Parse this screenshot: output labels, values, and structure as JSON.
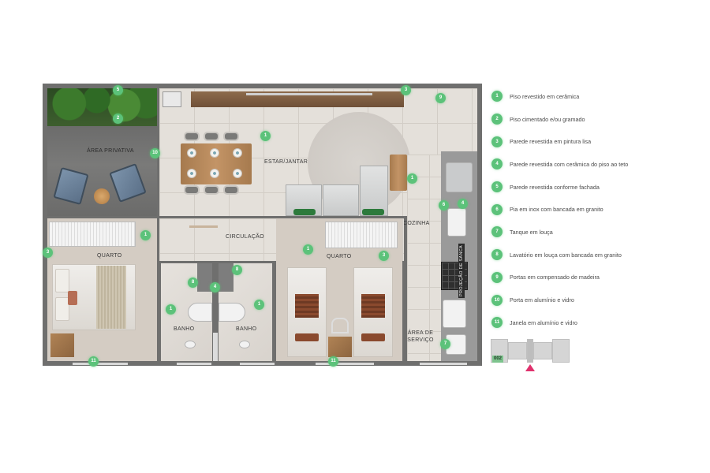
{
  "rooms": {
    "area_privativa": "ÁREA PRIVATIVA",
    "estar_jantar": "ESTAR/JANTAR",
    "circulacao": "CIRCULAÇÃO",
    "cozinha": "COZINHA",
    "quarto_1": "QUARTO",
    "quarto_2": "QUARTO",
    "banho_1": "BANHO",
    "banho_2": "BANHO",
    "area_servico": "ÁREA DE SERVIÇO",
    "projecao_sanca": "PROJEÇÃO DE SANCA"
  },
  "markers": {
    "m5_top": "5",
    "m2_plants": "2",
    "m10_privativa": "10",
    "m1_estar": "1",
    "m3_top": "3",
    "m9_top": "9",
    "m1_kitchen": "1",
    "m6_kitchen": "6",
    "m4_kitchen": "4",
    "m1_circ": "1",
    "m3_quarto1": "3",
    "m8_banho1": "8",
    "m4_banho": "4",
    "m8_banho2": "8",
    "m1_banho1": "1",
    "m1_banho2": "1",
    "m1_quarto2": "1",
    "m3_quarto2": "3",
    "m7_servico": "7",
    "m11_quarto1": "11",
    "m11_quarto2": "11"
  },
  "legend": {
    "items": [
      {
        "num": "1",
        "text": "Piso revestido em cerâmica"
      },
      {
        "num": "2",
        "text": "Piso cimentado e/ou gramado"
      },
      {
        "num": "3",
        "text": "Parede revestida em pintura lisa"
      },
      {
        "num": "4",
        "text": "Parede revestida com cerâmica do piso ao teto"
      },
      {
        "num": "5",
        "text": "Parede revestida conforme fachada"
      },
      {
        "num": "6",
        "text": "Pia em inox com bancada em granito"
      },
      {
        "num": "7",
        "text": "Tanque em louça"
      },
      {
        "num": "8",
        "text": "Lavatório em louça com bancada em granito"
      },
      {
        "num": "9",
        "text": "Portas em compensado de madeira"
      },
      {
        "num": "10",
        "text": "Porta em alumínio e vidro"
      },
      {
        "num": "11",
        "text": "Janela em alumínio e vidro"
      }
    ]
  },
  "keyplan": {
    "unit_label": "002",
    "highlight_color": "#7dc38d",
    "arrow_color": "#e0316d"
  },
  "colors": {
    "marker_green": "#5cc27a",
    "wall_gray": "#6a6a69"
  }
}
